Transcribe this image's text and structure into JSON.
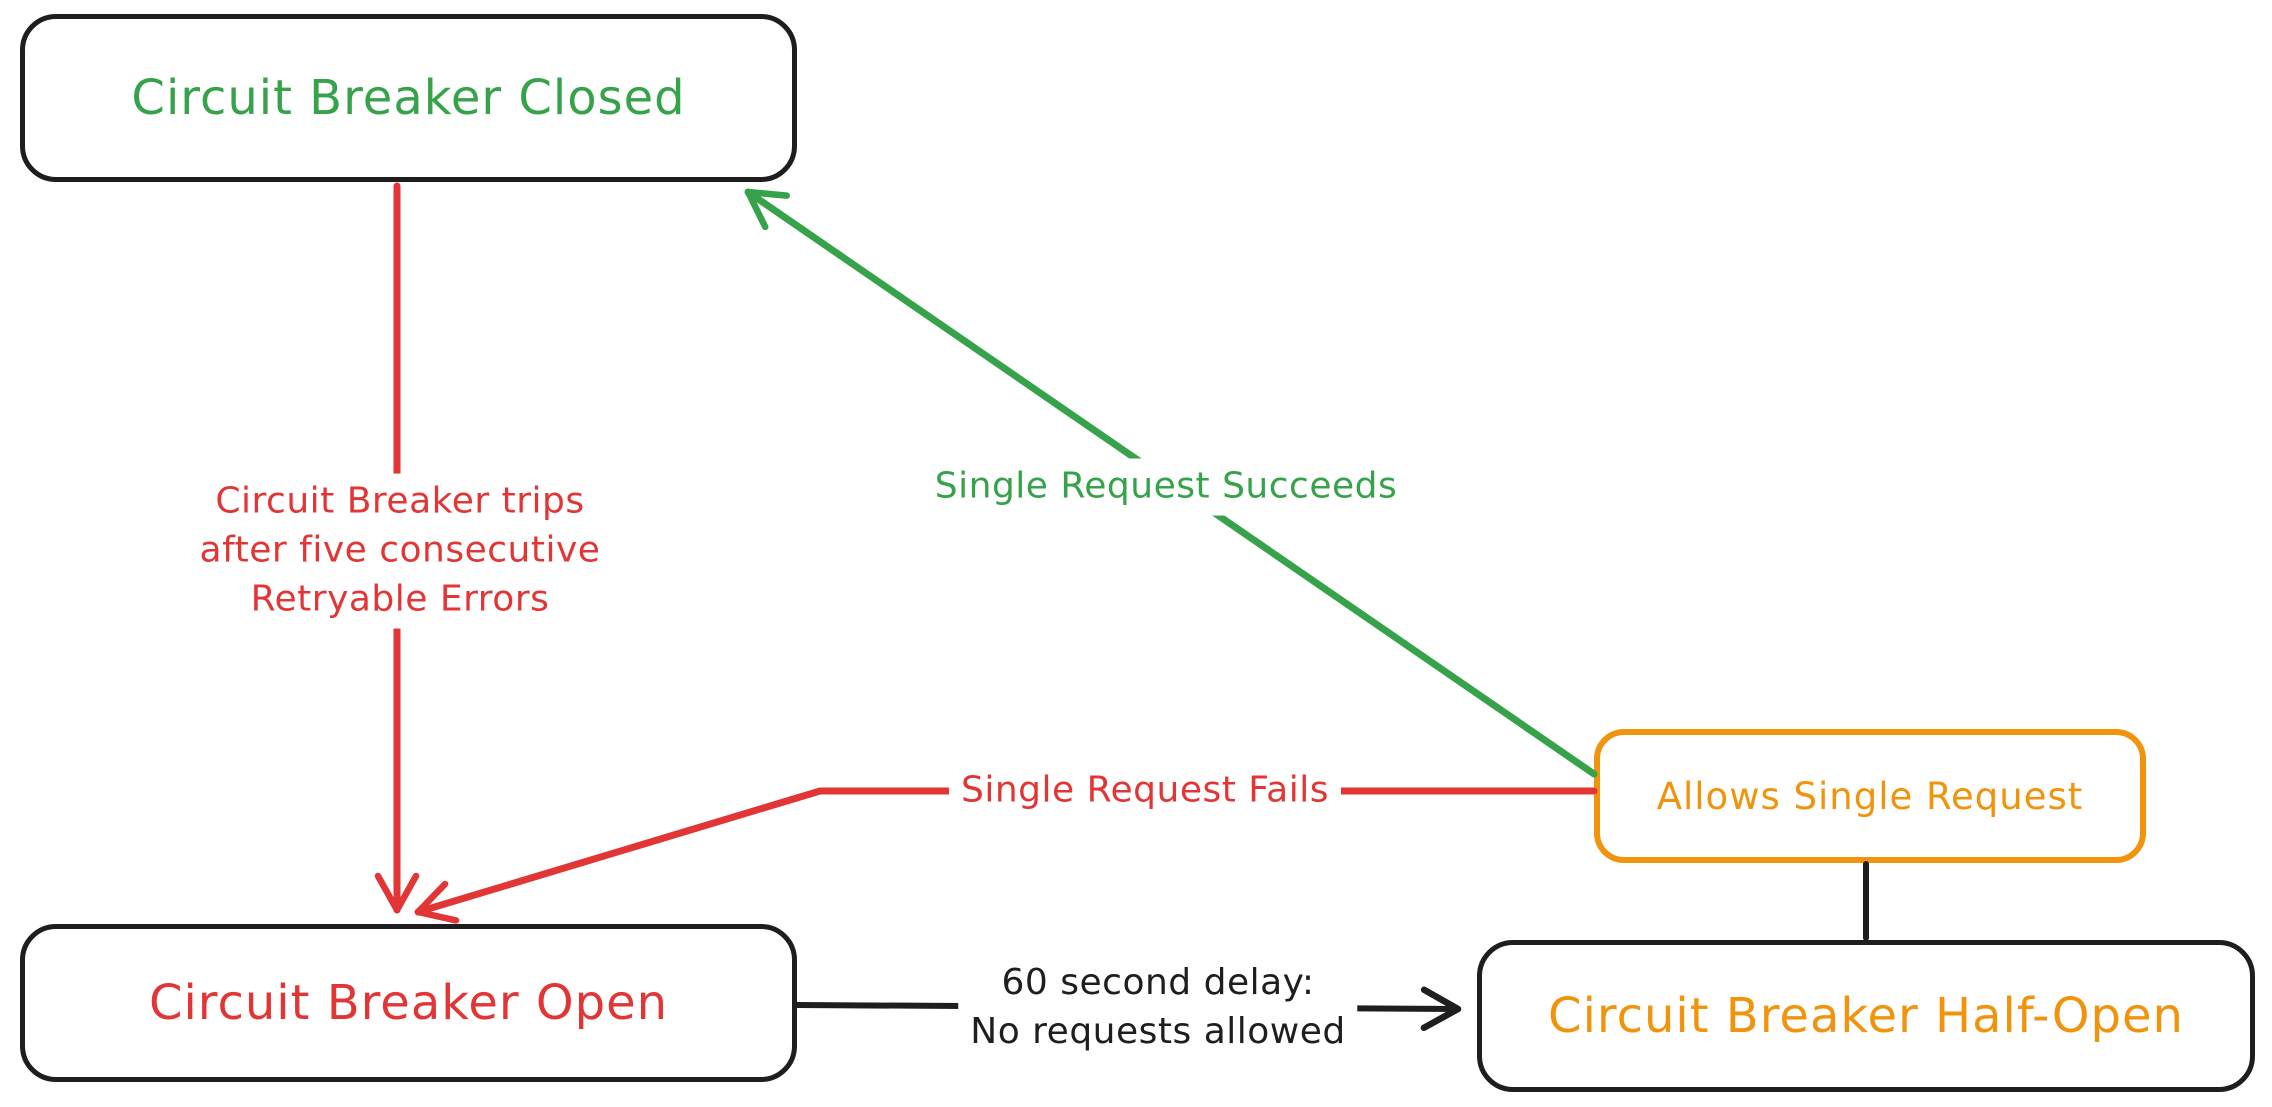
{
  "diagram": {
    "title": "Circuit Breaker state diagram",
    "colors": {
      "green": "#36a24a",
      "red": "#e23636",
      "orange": "#f0940e",
      "ink": "#1e1e1e",
      "background": "#ffffff"
    },
    "states": {
      "closed": {
        "label": "Circuit Breaker Closed"
      },
      "open": {
        "label": "Circuit Breaker Open"
      },
      "half_open": {
        "label": "Circuit Breaker Half-Open"
      },
      "allows": {
        "label": "Allows Single Request"
      }
    },
    "transitions": {
      "trip": {
        "from": "closed",
        "to": "open",
        "label": "Circuit Breaker trips\nafter five consecutive\nRetryable Errors"
      },
      "succeeds": {
        "from": "allows",
        "to": "closed",
        "label": "Single Request Succeeds"
      },
      "fails": {
        "from": "allows",
        "to": "open",
        "label": "Single Request Fails"
      },
      "delay": {
        "from": "open",
        "to": "half_open",
        "label": "60 second delay:\nNo requests allowed"
      },
      "half_open_probe": {
        "from": "half_open",
        "to": "allows",
        "label": ""
      }
    }
  }
}
